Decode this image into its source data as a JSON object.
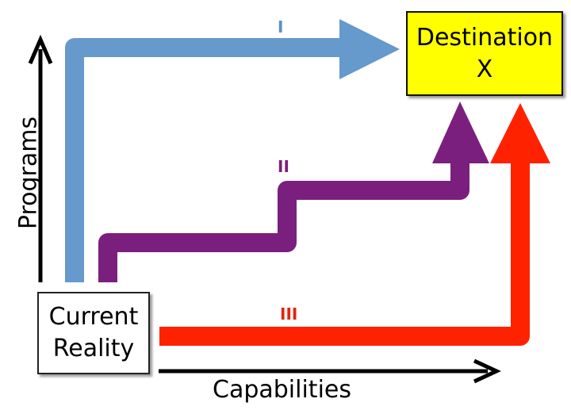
{
  "destination": {
    "line1": "Destination",
    "line2": "X"
  },
  "current": {
    "line1": "Current",
    "line2": "Reality"
  },
  "paths": {
    "i": "I",
    "ii": "II",
    "iii": "III"
  },
  "axes": {
    "x": "Capabilities",
    "y": "Programs"
  },
  "colors": {
    "path_i": "#6699cc",
    "path_ii": "#7b1f7e",
    "path_iii": "#ff2200",
    "destination": "#ffff00"
  }
}
